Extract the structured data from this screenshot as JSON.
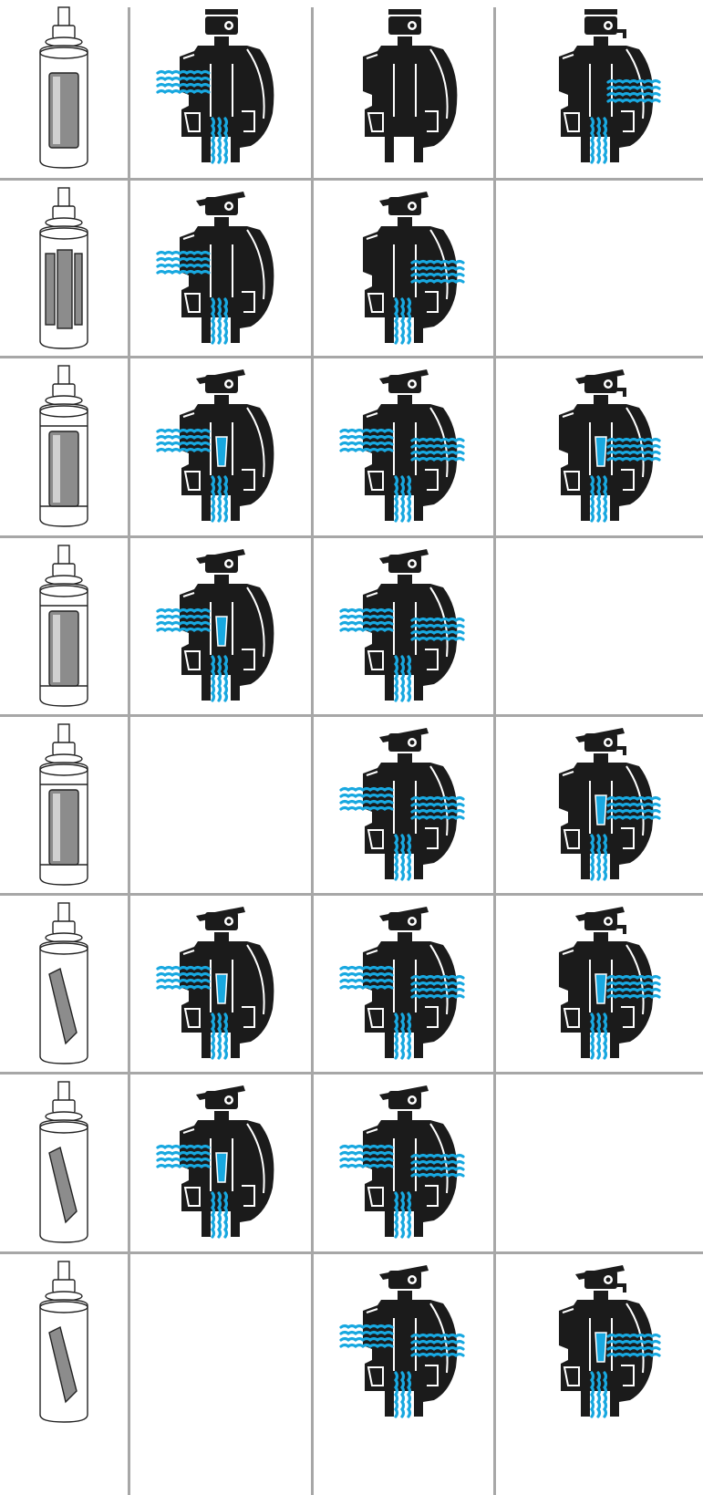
{
  "colors": {
    "body": "#1b1b1b",
    "water": "#18a8e0",
    "grid": "#a7a7a7",
    "cartridge_fill": "#ffffff",
    "cartridge_slot": "#8c8c8c"
  },
  "rows": [
    {
      "cartridge": "plain-slot",
      "cells": [
        {
          "handle": "straight",
          "flow": "left-bottom",
          "window": false
        },
        {
          "handle": "straight",
          "flow": "none",
          "window": false
        },
        {
          "handle": "straight-spout",
          "flow": "right-bottom",
          "window": false
        }
      ]
    },
    {
      "cartridge": "flat-top-slots",
      "cells": [
        {
          "handle": "angled",
          "flow": "left-bottom",
          "window": false
        },
        {
          "handle": "angled",
          "flow": "right-bottom",
          "window": false
        },
        null
      ]
    },
    {
      "cartridge": "ringed-slot",
      "cells": [
        {
          "handle": "winged",
          "flow": "left-bottom",
          "window": true
        },
        {
          "handle": "winged",
          "flow": "left-right-bottom",
          "window": false
        },
        {
          "handle": "winged-spout",
          "flow": "right-bottom",
          "window": true
        }
      ]
    },
    {
      "cartridge": "ringed-slot",
      "cells": [
        {
          "handle": "winged",
          "flow": "left-bottom",
          "window": true
        },
        {
          "handle": "winged",
          "flow": "left-right-bottom",
          "window": false
        },
        null
      ]
    },
    {
      "cartridge": "ringed-slot",
      "cells": [
        null,
        {
          "handle": "winged",
          "flow": "left-right-bottom",
          "window": false
        },
        {
          "handle": "winged-spout",
          "flow": "right-bottom",
          "window": true
        }
      ]
    },
    {
      "cartridge": "diagonal-slot",
      "cells": [
        {
          "handle": "winged",
          "flow": "left-bottom",
          "window": true
        },
        {
          "handle": "winged",
          "flow": "left-right-bottom",
          "window": false
        },
        {
          "handle": "winged-spout",
          "flow": "right-bottom",
          "window": true
        }
      ]
    },
    {
      "cartridge": "diagonal-slot",
      "cells": [
        {
          "handle": "winged",
          "flow": "left-bottom",
          "window": true
        },
        {
          "handle": "winged",
          "flow": "left-right-bottom",
          "window": false
        },
        null
      ]
    },
    {
      "cartridge": "diagonal-slot",
      "cells": [
        null,
        {
          "handle": "winged",
          "flow": "left-right-bottom",
          "window": false
        },
        {
          "handle": "winged-spout",
          "flow": "right-bottom",
          "window": true
        }
      ]
    }
  ]
}
